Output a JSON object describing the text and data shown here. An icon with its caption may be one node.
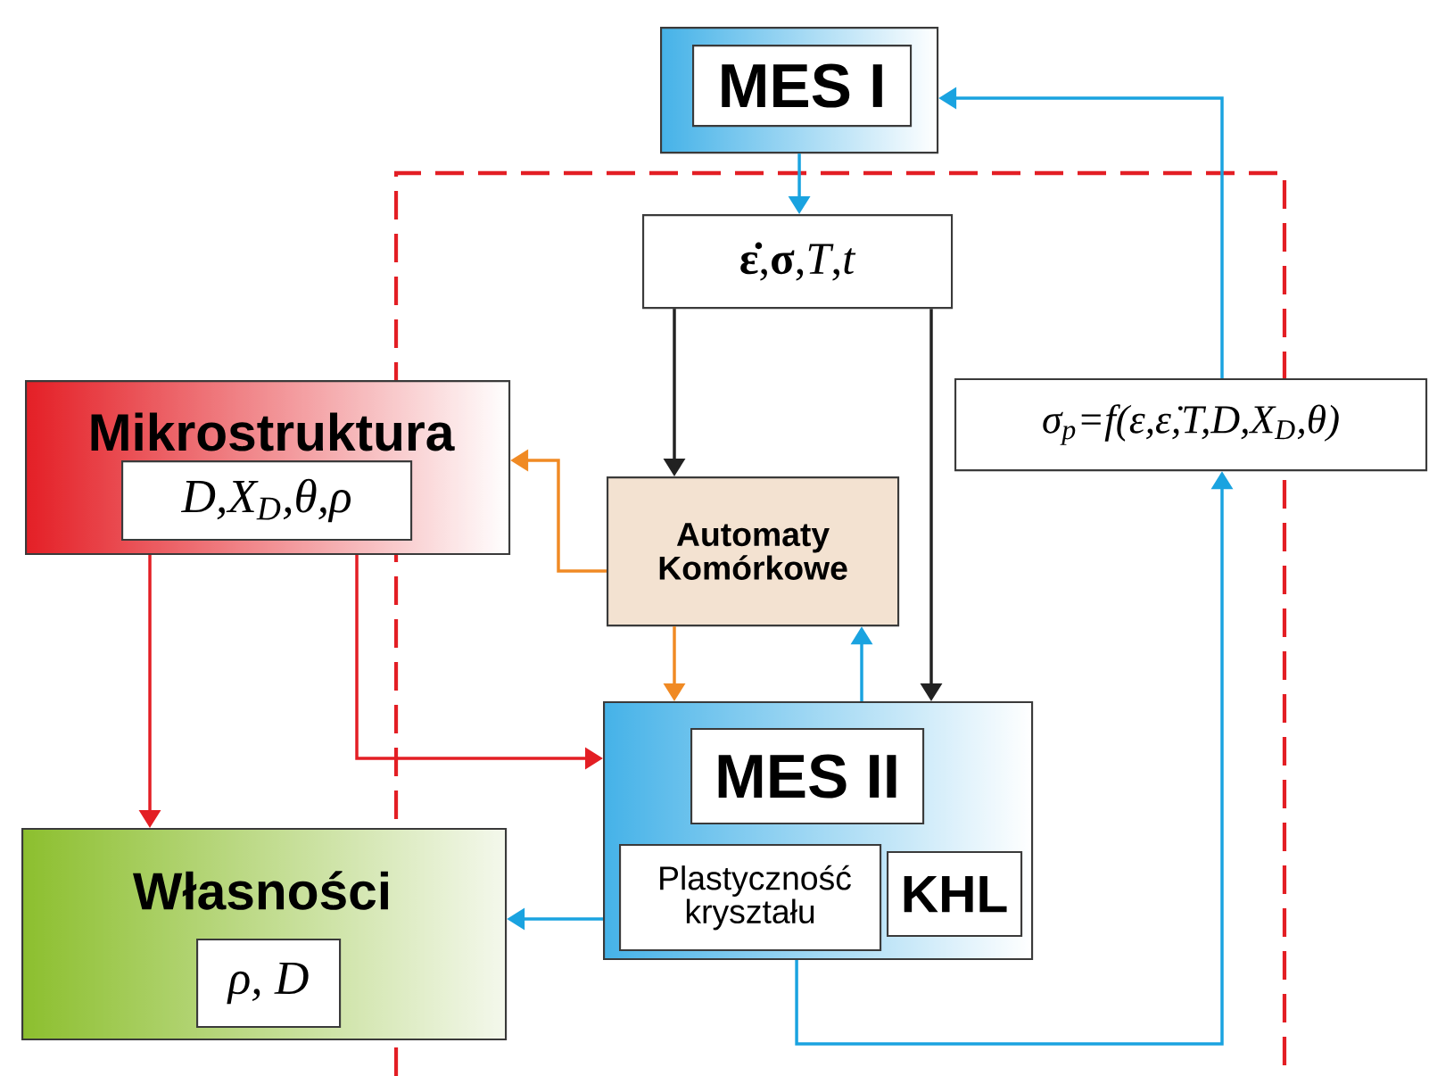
{
  "diagram": {
    "nodes": [
      {
        "text": [],
        "shape": "box"
      },
      {
        "text": [
          "MES I"
        ],
        "in": 0
      },
      {
        "text": [
          "**ε̇**,**σ**,*T*,*t*"
        ]
      },
      {
        "text": [
          "σ$_{p}$=f(ε,ε̇,T,D,X$_{D}$,θ)"
        ]
      },
      {
        "text": [
          "Mikrostruktura"
        ]
      },
      {
        "text": [
          "D,X$_{D}$,θ,ρ"
        ],
        "in": 4
      },
      {
        "text": [
          "Automaty Komórkowe"
        ]
      },
      {
        "text": [],
        "shape": "box"
      },
      {
        "text": [
          "MES II"
        ],
        "in": 7
      },
      {
        "text": [
          "Plastyczność kryształu"
        ],
        "in": 7
      },
      {
        "text": [
          "KHL"
        ],
        "in": 7
      },
      {
        "text": [
          "Własności"
        ]
      },
      {
        "text": [
          "ρ, D"
        ],
        "in": 11
      }
    ],
    "edges": [
      {
        "from": 0,
        "to": 2,
        "arrow": "to"
      },
      {
        "from": 2,
        "to": 6,
        "arrow": "to",
        "color": "#222222"
      },
      {
        "from": 2,
        "to": 7,
        "arrow": "to",
        "color": "#222222"
      },
      {
        "from": 6,
        "to": 4,
        "arrow": "to",
        "color": "#f08a24"
      },
      {
        "from": 6,
        "to": 7,
        "arrow": "to",
        "color": "#f08a24"
      },
      {
        "from": 7,
        "to": 6,
        "arrow": "to"
      },
      {
        "from": 4,
        "to": 11,
        "arrow": "to",
        "color": "#e31e24"
      },
      {
        "from": 4,
        "to": 7,
        "arrow": "to",
        "color": "#e31e24"
      },
      {
        "from": 7,
        "to": 11,
        "arrow": "to"
      },
      {
        "from": 7,
        "to": 3,
        "arrow": "to"
      },
      {
        "from": 3,
        "to": 0,
        "arrow": "to"
      }
    ]
  }
}
